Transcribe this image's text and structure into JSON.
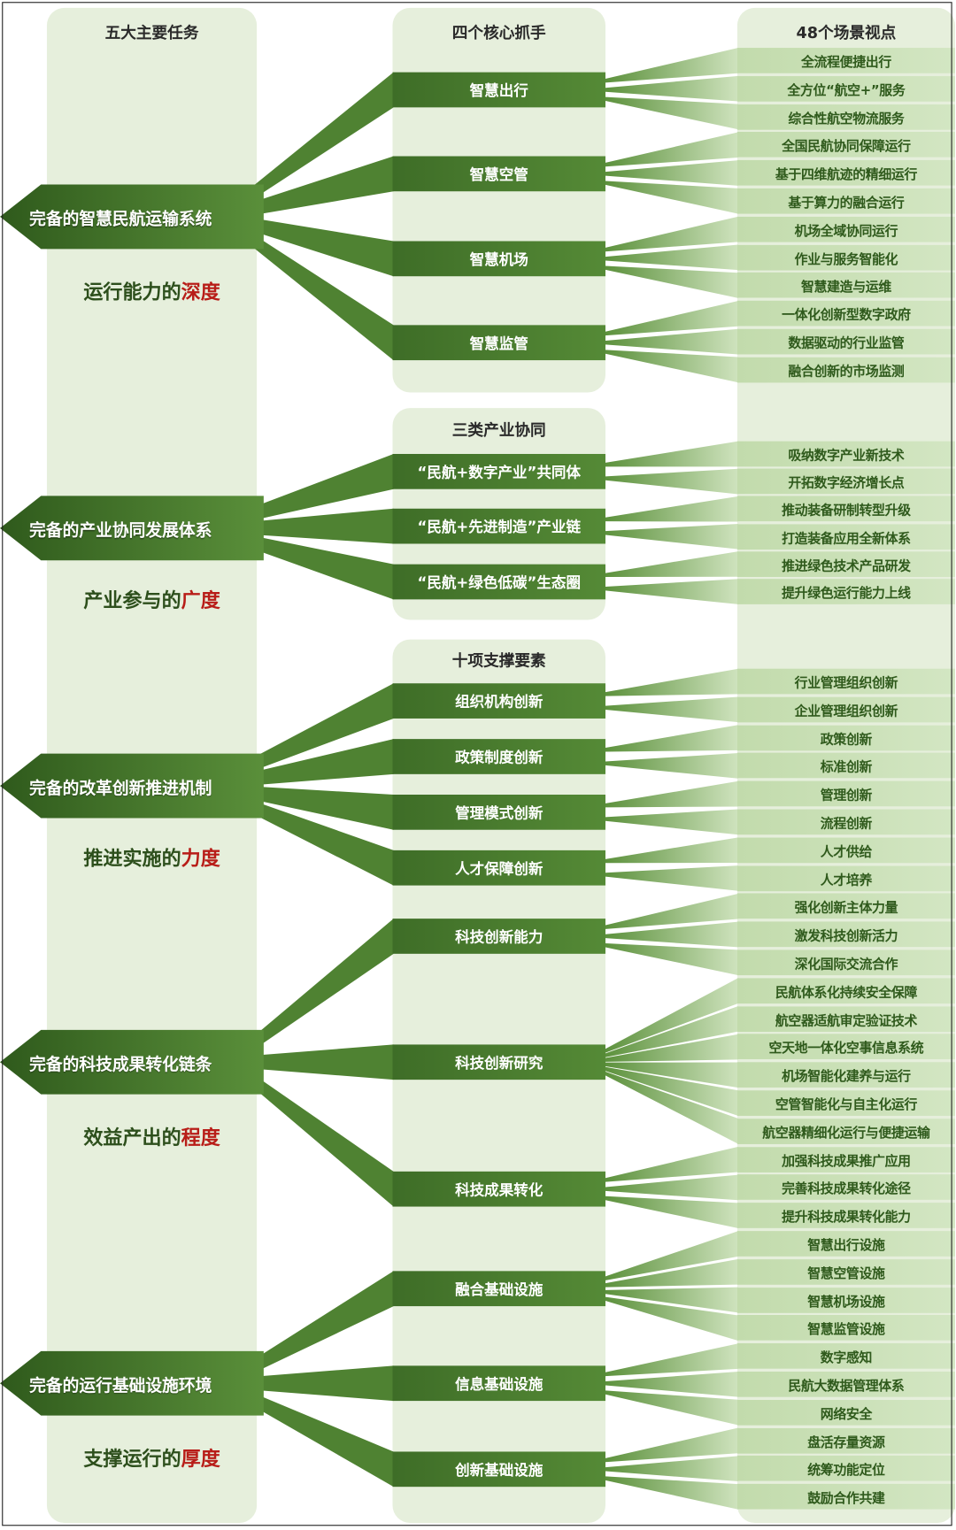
{
  "column_titles": {
    "tasks": "五大主要任务",
    "hooks_1": "四个核心抓手",
    "hooks_2": "三类产业协同",
    "hooks_3": "十项支撑要素",
    "scenarios": "48个场景视点"
  },
  "colors": {
    "dark_green": "#3d6b26",
    "mid_green": "#5c913c",
    "panel": "#e6efdc",
    "scenario_bar": "#c9dfb6",
    "emphasis_red": "#b81d18"
  },
  "groups": [
    {
      "task": "完备的智慧民航运输系统",
      "subtitle_prefix": "运行能力的",
      "subtitle_emphasis": "深度",
      "items": [
        {
          "label": "智慧出行",
          "scenarios": [
            "全流程便捷出行",
            "全方位“航空+”服务",
            "综合性航空物流服务"
          ]
        },
        {
          "label": "智慧空管",
          "scenarios": [
            "全国民航协同保障运行",
            "基于四维航迹的精细运行",
            "基于算力的融合运行"
          ]
        },
        {
          "label": "智慧机场",
          "scenarios": [
            "机场全域协同运行",
            "作业与服务智能化",
            "智慧建造与运维"
          ]
        },
        {
          "label": "智慧监管",
          "scenarios": [
            "一体化创新型数字政府",
            "数据驱动的行业监管",
            "融合创新的市场监测"
          ]
        }
      ]
    },
    {
      "task": "完备的产业协同发展体系",
      "subtitle_prefix": "产业参与的",
      "subtitle_emphasis": "广度",
      "items": [
        {
          "label": "“民航+数字产业”共同体",
          "scenarios": [
            "吸纳数字产业新技术",
            "开拓数字经济增长点"
          ]
        },
        {
          "label": "“民航+先进制造”产业链",
          "scenarios": [
            "推动装备研制转型升级",
            "打造装备应用全新体系"
          ]
        },
        {
          "label": "“民航+绿色低碳”生态圈",
          "scenarios": [
            "推进绿色技术产品研发",
            "提升绿色运行能力上线"
          ]
        }
      ]
    },
    {
      "task": "完备的改革创新推进机制",
      "subtitle_prefix": "推进实施的",
      "subtitle_emphasis": "力度",
      "items": [
        {
          "label": "组织机构创新",
          "scenarios": [
            "行业管理组织创新",
            "企业管理组织创新"
          ]
        },
        {
          "label": "政策制度创新",
          "scenarios": [
            "政策创新",
            "标准创新"
          ]
        },
        {
          "label": "管理模式创新",
          "scenarios": [
            "管理创新",
            "流程创新"
          ]
        },
        {
          "label": "人才保障创新",
          "scenarios": [
            "人才供给",
            "人才培养"
          ]
        }
      ]
    },
    {
      "task": "完备的科技成果转化链条",
      "subtitle_prefix": "效益产出的",
      "subtitle_emphasis": "程度",
      "items": [
        {
          "label": "科技创新能力",
          "scenarios": [
            "强化创新主体力量",
            "激发科技创新活力",
            "深化国际交流合作"
          ]
        },
        {
          "label": "科技创新研究",
          "scenarios": [
            "民航体系化持续安全保障",
            "航空器适航审定验证技术",
            "空天地一体化空事信息系统",
            "机场智能化建养与运行",
            "空管智能化与自主化运行",
            "航空器精细化运行与便捷运输"
          ]
        },
        {
          "label": "科技成果转化",
          "scenarios": [
            "加强科技成果推广应用",
            "完善科技成果转化途径",
            "提升科技成果转化能力"
          ]
        }
      ]
    },
    {
      "task": "完备的运行基础设施环境",
      "subtitle_prefix": "支撑运行的",
      "subtitle_emphasis": "厚度",
      "items": [
        {
          "label": "融合基础设施",
          "scenarios": [
            "智慧出行设施",
            "智慧空管设施",
            "智慧机场设施",
            "智慧监管设施"
          ]
        },
        {
          "label": "信息基础设施",
          "scenarios": [
            "数字感知",
            "民航大数据管理体系",
            "网络安全"
          ]
        },
        {
          "label": "创新基础设施",
          "scenarios": [
            "盘活存量资源",
            "统筹功能定位",
            "鼓励合作共建"
          ]
        }
      ]
    }
  ]
}
